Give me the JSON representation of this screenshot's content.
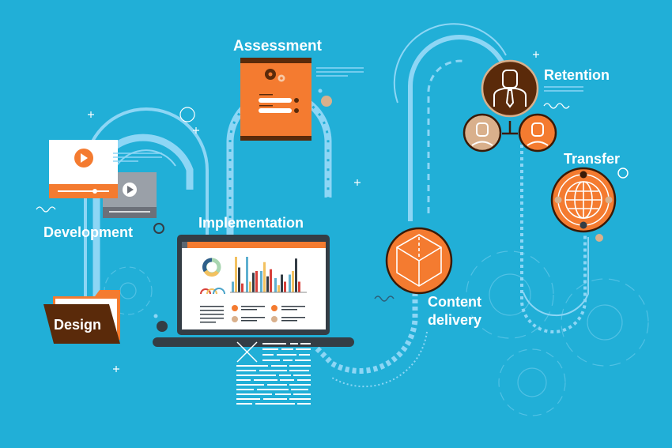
{
  "stages": {
    "assessment": "Assessment",
    "development": "Development",
    "design": "Design",
    "implementation": "Implementation",
    "content_delivery_line1": "Content",
    "content_delivery_line2": "delivery",
    "retention": "Retention",
    "transfer": "Transfer"
  },
  "colors": {
    "background": "#21afd7",
    "orange": "#f47b30",
    "brown": "#5a2a0a",
    "tan": "#d9b08c",
    "dark": "#343d45",
    "path_light": "#8dd6f5"
  },
  "icons": [
    "play-icon",
    "gears-icon",
    "checkmark-icon",
    "folder-icon",
    "laptop-icon",
    "cube-icon",
    "person-icon",
    "globe-icon",
    "gear-icon"
  ]
}
